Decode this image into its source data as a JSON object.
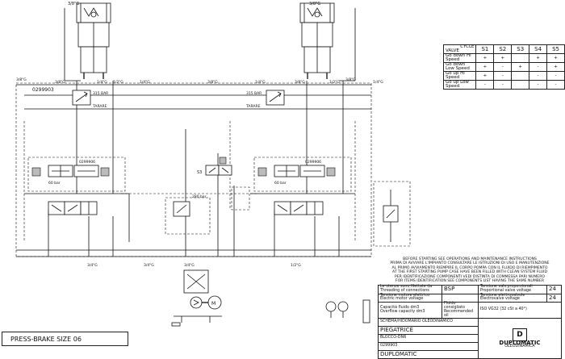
{
  "labels": {
    "l_38g_left": "3/8\"G",
    "l_38g_right": "3/8\"G",
    "l_38g_a": "3/8\"G",
    "l_38g_b": "3/8\"G",
    "l_38g_c": "3/8\"G",
    "l_38g_d": "3/8\"G",
    "l_38g_e": "3/8\"G",
    "l_14g_a": "1/4\"G",
    "l_14g_b": "1/4\"G",
    "l_14g_c": "1/4\"G",
    "l_14g_d": "1/4\"G",
    "l_12g_a": "1/2\"G",
    "l_12g_b": "1/2\"G",
    "l_12g_c": "1/2\"G",
    "l_34g_a": "3/4\"G",
    "l_34g_b": "3/4\"G",
    "l_34g_c": "3/4\"G",
    "part_no": "0299903",
    "bar_315_left": "315 BAR",
    "tarare_left": "TARARE",
    "bar_315_right": "315 BAR",
    "tarare_right": "TARARE",
    "bar_280": "280 bar",
    "bar_60_left": "60 bar",
    "bar_60_right": "60 bar",
    "card_left": "0299906",
    "card_right": "0299906",
    "s3": "S3",
    "m_label": "M"
  },
  "cycle": {
    "header_cycle": "CYCLE",
    "header_valve": "VALVE",
    "cols": [
      "S1",
      "S2",
      "S3",
      "S4",
      "S5"
    ],
    "rows": [
      {
        "label": "Go down Hi Speed",
        "cells": [
          "+",
          "+",
          "",
          "+",
          "+"
        ]
      },
      {
        "label": "Go down Low Speed",
        "cells": [
          "+",
          "-",
          "+",
          "-",
          "+"
        ]
      },
      {
        "label": "Go up Hi Speed",
        "cells": [
          "+",
          "-",
          "",
          "-",
          "-"
        ]
      },
      {
        "label": "Go up Low Speed",
        "cells": [
          "-",
          "-",
          "",
          "-",
          "-"
        ]
      }
    ]
  },
  "notes": [
    "BEFORE STARTING SEE OPERATIONS AND MAINTENANCE INSTRUCTIONS",
    "PRIMA DI AVVIARE L'IMPIANTO CONSULTARE LE ISTRUZIONI DI USO E MANUTENZIONE",
    "AL PRIMO AVVIAMENTO RIEMPIRE IL CORPO POMPA CON IL FLUIDO DI RIEMPIMENTO",
    "AT THE FIRST STARTING PUMP CASE HAVE BEEN FILLED WITH CLEAN SYSTEM FLUID",
    "PER IDENTIFICAZIONE COMPONENTI VEDI DISTINTA DI COMMESSA PARI NUMERO",
    "FOR ITEMS IDENTIFICATION SEE COMPONENTS LIST HAVING THE SAME NUMBER"
  ],
  "titleblock": {
    "thread_it": "Le utenze sono filettate da",
    "thread_en": "Threading of connections",
    "thread_val": "BSP",
    "prop_it": "Tensione valv.proporzionali",
    "prop_en": "Proportional valve voltage",
    "prop_val": "24",
    "motor_it": "Tensione motore elettrico",
    "motor_en": "Electric motor voltage",
    "ev_it": "Tensione elettrovalvole",
    "ev_en": "Electrovalve voltage",
    "ev_val": "24",
    "cap_it": "Capacità fluido dm3",
    "cap_en": "Overflow capacity dm3",
    "fluid_it": "Fluido consigliato",
    "fluid_en": "Recommended oil",
    "fluid_val": "ISO VG32 (32 cSt a 40°)",
    "schema": "SCHEMA/HIDOMARIO OLEODINAMICO",
    "name": "PIEGATRICE",
    "code": "BLOCCO-DN6",
    "num": "0299903",
    "company": "DUPLOMATIC",
    "brand": "DUPLOMATIC",
    "brand_sub": "OLEODINAMICA"
  },
  "footer_title": "PRESS-BRAKE SIZE 06"
}
